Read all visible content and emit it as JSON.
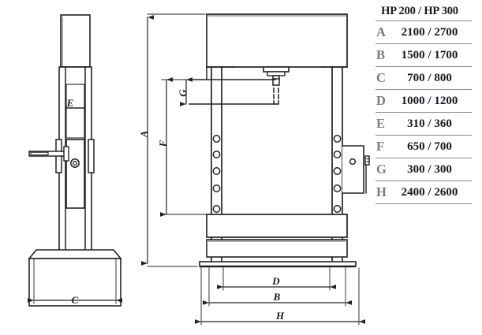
{
  "figure": {
    "kind": "technical-drawing",
    "subject": "hydraulic-shop-press-dimensions",
    "background_color": "#ffffff",
    "line_color": "#222222"
  },
  "side_view": {
    "name": "side-elevation",
    "dimension_labels": [
      {
        "id": "E",
        "text": "E"
      },
      {
        "id": "C",
        "text": "C"
      }
    ]
  },
  "front_view": {
    "name": "front-elevation",
    "dimension_labels": [
      {
        "id": "A",
        "text": "A"
      },
      {
        "id": "F",
        "text": "F"
      },
      {
        "id": "G",
        "text": "G"
      },
      {
        "id": "D",
        "text": "D"
      },
      {
        "id": "B",
        "text": "B"
      },
      {
        "id": "H",
        "text": "H"
      }
    ]
  },
  "spec_table": {
    "title": "HP 200 / HP 300",
    "key_color": "#7c7c7c",
    "value_color": "#17171c",
    "rule_color": "#8a8a8a",
    "rows": [
      {
        "key": "A",
        "value": "2100 / 2700"
      },
      {
        "key": "B",
        "value": "1500 / 1700"
      },
      {
        "key": "C",
        "value": "700 / 800"
      },
      {
        "key": "D",
        "value": "1000 / 1200"
      },
      {
        "key": "E",
        "value": "310 / 360"
      },
      {
        "key": "F",
        "value": "650 / 700"
      },
      {
        "key": "G",
        "value": "300 / 300"
      },
      {
        "key": "H",
        "value": "2400 / 2600"
      }
    ]
  }
}
